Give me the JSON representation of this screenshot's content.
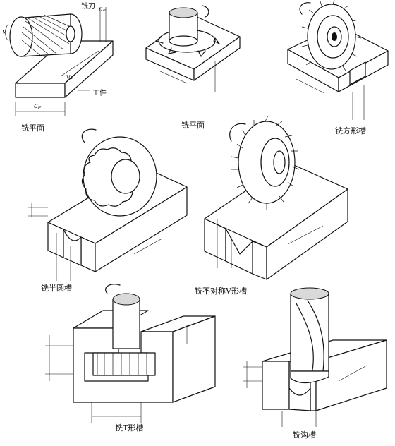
{
  "panels": [
    {
      "id": "face-milling-cylindrical",
      "caption": "铣平面",
      "labels": {
        "cutter": "铣刀",
        "workpiece": "工件",
        "v": "v",
        "v1": "v₁",
        "ae": "aₑ",
        "ap": "aₚ"
      }
    },
    {
      "id": "face-milling-end",
      "caption": "铣平面"
    },
    {
      "id": "square-slot",
      "caption": "铣方形槽"
    },
    {
      "id": "semicircular-slot",
      "caption": "铣半圆槽"
    },
    {
      "id": "asymmetric-v-slot",
      "caption": "铣不对称V形槽"
    },
    {
      "id": "t-slot",
      "caption": "铣T形槽"
    },
    {
      "id": "groove",
      "caption": "铣沟槽"
    }
  ]
}
